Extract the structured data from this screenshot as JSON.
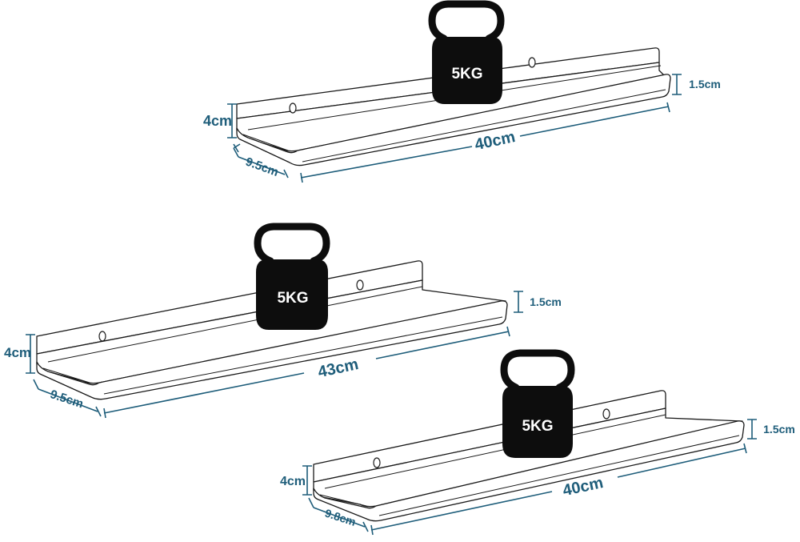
{
  "shelves": [
    {
      "weight_label": "5KG",
      "length_label": "40cm",
      "height_label": "4cm",
      "depth_label": "9.5cm",
      "lip_label": "1.5cm"
    },
    {
      "weight_label": "5KG",
      "length_label": "43cm",
      "height_label": "4cm",
      "depth_label": "9.5cm",
      "lip_label": "1.5cm"
    },
    {
      "weight_label": "5KG",
      "length_label": "40cm",
      "height_label": "4cm",
      "depth_label": "9.8cm",
      "lip_label": "1.5cm"
    }
  ],
  "colors": {
    "dimension": "#1e5d7a",
    "kettlebell": "#0d0d0d",
    "shelf_outline": "#1a1a1a"
  }
}
